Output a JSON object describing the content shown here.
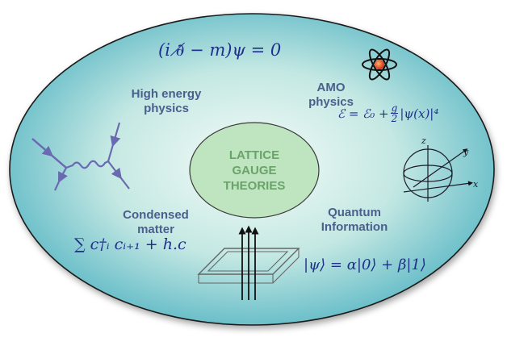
{
  "center": {
    "line1": "LATTICE",
    "line2": "GAUGE",
    "line3": "THEORIES"
  },
  "areas": {
    "high_energy": {
      "line1": "High energy",
      "line2": "physics"
    },
    "amo": {
      "line1": "AMO",
      "line2": "physics"
    },
    "condensed": {
      "line1": "Condensed",
      "line2": "matter"
    },
    "quantum": {
      "line1": "Quantum",
      "line2": "Information"
    }
  },
  "equations": {
    "dirac": "(i ∂̸ − m)ψ = 0",
    "gpe": "ℰ = ℰ₀ + ",
    "gpe_num": "g",
    "gpe_den": "2",
    "gpe_tail": "|ψ(x)|⁴",
    "hopping": "∑ c†ᵢ cᵢ₊₁ + h.c",
    "qubit": "|ψ⟩ = α|0⟩ + β|1⟩"
  },
  "bloch_axes": {
    "z": "z",
    "y": "y",
    "x": "x"
  },
  "icons": [
    "atom-icon",
    "feynman-diagram",
    "bloch-sphere",
    "flux-loop"
  ],
  "colors": {
    "ellipse_center": "#f4fbf8",
    "ellipse_edge": "#5fb9c6",
    "center_fill": "#bfe5c0",
    "center_text": "#6aa36a",
    "label_text": "#4a5f8c",
    "equation_text": "#1f2f8c",
    "feynman": "#6a6ab0"
  }
}
